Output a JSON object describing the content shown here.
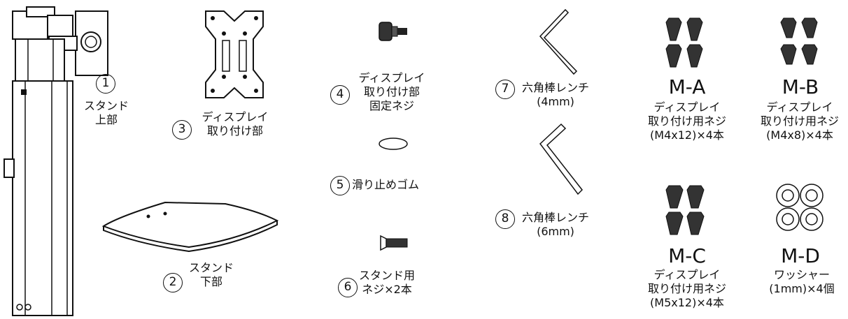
{
  "parts": [
    {
      "num": "1",
      "lines": [
        "スタンド",
        "上部"
      ]
    },
    {
      "num": "2",
      "lines": [
        "スタンド",
        "下部"
      ]
    },
    {
      "num": "3",
      "lines": [
        "ディスプレイ",
        "取り付け部"
      ]
    },
    {
      "num": "4",
      "lines": [
        "ディスプレイ",
        "取り付け部",
        "固定ネジ"
      ]
    },
    {
      "num": "5",
      "lines": [
        "滑り止めゴム"
      ]
    },
    {
      "num": "6",
      "lines": [
        "スタンド用",
        "ネジ×2本"
      ]
    },
    {
      "num": "7",
      "lines": [
        "六角棒レンチ",
        "(4mm)"
      ]
    },
    {
      "num": "8",
      "lines": [
        "六角棒レンチ",
        "(6mm)"
      ]
    }
  ],
  "screws": [
    {
      "code": "M-A",
      "lines": [
        "ディスプレイ",
        "取り付け用ネジ",
        "(M4x12)×4本"
      ]
    },
    {
      "code": "M-B",
      "lines": [
        "ディスプレイ",
        "取り付け用ネジ",
        "(M4x8)×4本"
      ]
    },
    {
      "code": "M-C",
      "lines": [
        "ディスプレイ",
        "取り付け用ネジ",
        "(M5x12)×4本"
      ]
    },
    {
      "code": "M-D",
      "lines": [
        "ワッシャー",
        "(1mm)×4個"
      ]
    }
  ]
}
